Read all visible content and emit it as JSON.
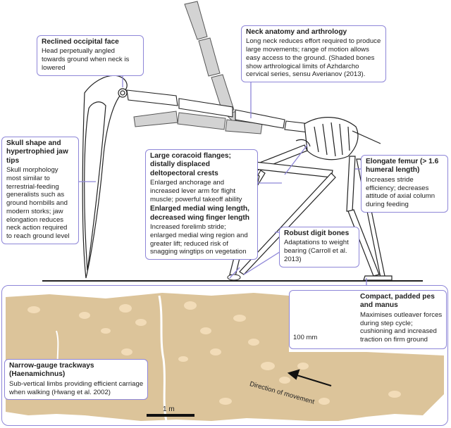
{
  "boxes": {
    "occipital": {
      "title": "Reclined occipital face",
      "body": "Head perpetually angled towards ground when neck is lowered"
    },
    "neck": {
      "title": "Neck anatomy and arthrology",
      "body": "Long neck reduces effort required to produce large movements; range of motion allows easy access to the ground. (Shaded bones show arthrological limits of Azhdarcho cervical series, sensu Averianov (2013)."
    },
    "skull": {
      "title": "Skull shape and hypertrophied jaw tips",
      "body": "Skull morphology most similar to terrestrial-feeding generalists such as ground hornbills and modern storks; jaw elongation reduces neck action required to reach ground level"
    },
    "coracoid": {
      "title": "Large coracoid flanges; distally displaced deltopectoral crests",
      "body": "Enlarged anchorage and increased lever arm for flight muscle; powerful takeoff ability",
      "title2": "Enlarged medial wing length, decreased wing finger length",
      "body2": "Increased forelimb stride; enlarged medial wing region and greater lift; reduced risk of snagging wingtips on vegetation"
    },
    "femur": {
      "title": "Elongate femur (> 1.6 humeral length)",
      "body": "Increases stride efficiency; decreases attitude of axial column during feeding"
    },
    "digit": {
      "title": "Robust digit bones",
      "body": "Adaptations to weight bearing (Carroll et al. 2013)"
    },
    "pes": {
      "title": "Compact, padded pes and manus",
      "body": "Maximises outleaver forces during step cycle; cushioning and increased traction on firm ground"
    },
    "trackways": {
      "title": "Narrow-gauge trackways (Haenamichnus)",
      "body": "Sub-vertical limbs providing efficient carriage when walking (Hwang et al. 2002)"
    }
  },
  "labels": {
    "direction": "Direction of movement",
    "scale_1m": "1 m",
    "scale_100mm": "100 mm"
  },
  "colors": {
    "frame": "#8e86d8",
    "track_slab": "#dcc49a",
    "footprint": "#f2dcb8",
    "shaded_bone": "#d3d3d3",
    "foot_model": "#8ea98a"
  }
}
